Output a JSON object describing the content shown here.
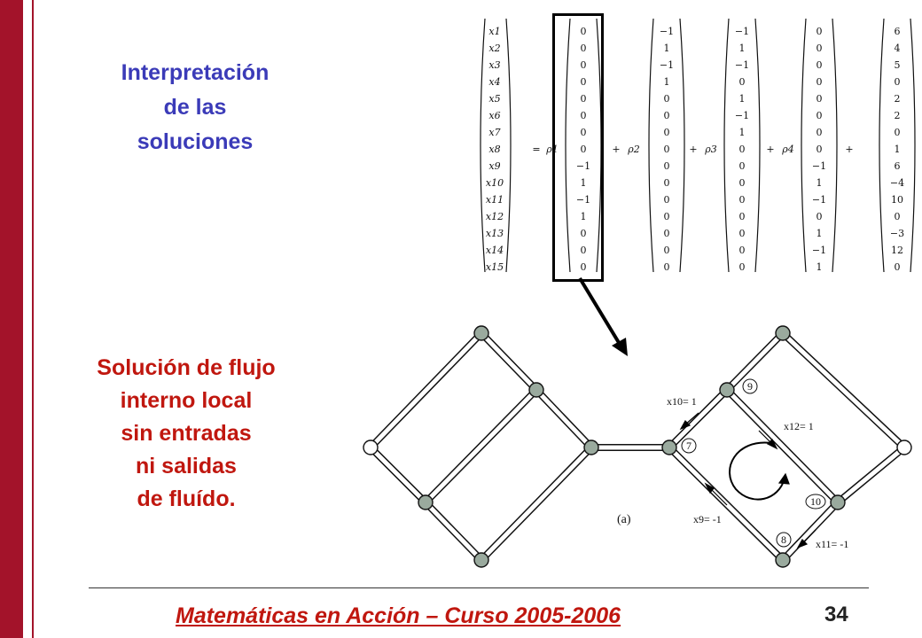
{
  "heading": {
    "lines": [
      "Interpretación",
      "de las",
      "soluciones"
    ]
  },
  "description": {
    "lines": [
      "Solución de flujo",
      "interno local",
      "sin entradas",
      "ni salidas",
      "de fluído."
    ]
  },
  "equation": {
    "variables": [
      "x1",
      "x2",
      "x3",
      "x4",
      "x5",
      "x6",
      "x7",
      "x8",
      "x9",
      "x10",
      "x11",
      "x12",
      "x13",
      "x14",
      "x15"
    ],
    "operators": [
      "=",
      "+",
      "+",
      "+",
      "+"
    ],
    "coefficients": [
      "ρ1",
      "ρ2",
      "ρ3",
      "ρ4"
    ],
    "vectors": [
      [
        "0",
        "0",
        "0",
        "0",
        "0",
        "0",
        "0",
        "0",
        "−1",
        "1",
        "−1",
        "1",
        "0",
        "0",
        "0"
      ],
      [
        "−1",
        "1",
        "−1",
        "1",
        "0",
        "0",
        "0",
        "0",
        "0",
        "0",
        "0",
        "0",
        "0",
        "0",
        "0"
      ],
      [
        "−1",
        "1",
        "−1",
        "0",
        "1",
        "−1",
        "1",
        "0",
        "0",
        "0",
        "0",
        "0",
        "0",
        "0",
        "0"
      ],
      [
        "0",
        "0",
        "0",
        "0",
        "0",
        "0",
        "0",
        "0",
        "−1",
        "1",
        "−1",
        "0",
        "1",
        "−1",
        "1"
      ],
      [
        "6",
        "4",
        "5",
        "0",
        "2",
        "2",
        "0",
        "1",
        "6",
        "−4",
        "10",
        "0",
        "−3",
        "12",
        "0"
      ]
    ]
  },
  "diagram": {
    "flow_labels": {
      "x10": "x10= 1",
      "x12": "x12= 1",
      "x9": "x9= -1",
      "x11": "x11= -1"
    },
    "node_labels": {
      "n9": "9",
      "n7": "7",
      "n10": "10",
      "n8": "8"
    },
    "caption": "(a)"
  },
  "footer": {
    "text": "Matemáticas en Acción – Curso 2005-2006",
    "page_number": "34"
  },
  "colors": {
    "heading": "#3b3bb8",
    "description": "#c0170f",
    "accent_bar": "#a3132a",
    "node_fill": "#9aaa9e"
  }
}
